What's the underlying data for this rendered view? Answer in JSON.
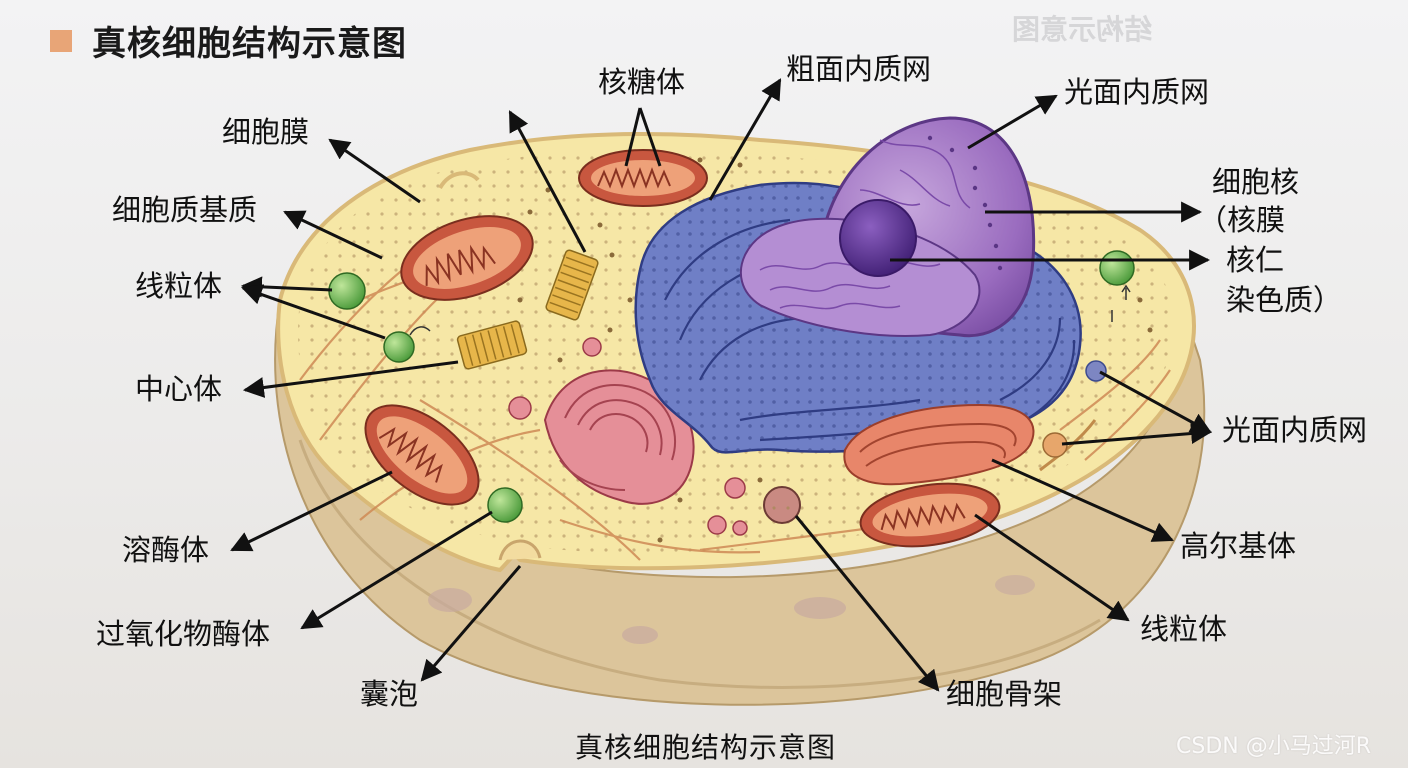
{
  "title": "真核细胞结构示意图",
  "caption": "真核细胞结构示意图",
  "watermark": "CSDN @小马过河R",
  "ghost_text": "结构示意图",
  "colors": {
    "title_square": "#e8a577",
    "cytoplasm": "#f6e7a6",
    "membrane": "#e9c98f",
    "base": "#e1cda3",
    "nucleus": "#9a6cbf",
    "nucleolus": "#5b2f91",
    "er": "#6f7fc6",
    "golgi": "#cf6f79",
    "mitochondria": "#c8573f",
    "lysosome": "#6fb64f"
  },
  "labels": {
    "cell_membrane": "细胞膜",
    "cytoplasmic_matrix": "细胞质基质",
    "mitochondria_left": "线粒体",
    "centrosome": "中心体",
    "lysosome": "溶酶体",
    "peroxisome": "过氧化物酶体",
    "vesicle": "囊泡",
    "ribosome": "核糖体",
    "rough_er": "粗面内质网",
    "smooth_er_top": "光面内质网",
    "nucleus": "细胞核",
    "nuclear_envelope": "（核膜",
    "nucleolus": "核仁",
    "chromatin": "染色质）",
    "smooth_er_right": "光面内质网",
    "golgi": "高尔基体",
    "mitochondria_right": "线粒体",
    "cytoskeleton": "细胞骨架"
  }
}
